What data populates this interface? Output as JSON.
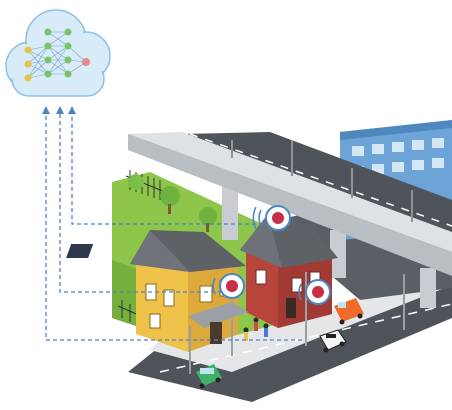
{
  "diagram": {
    "type": "iot-cloud-sensing-illustration",
    "nodes": [
      {
        "id": "cloud",
        "icon": "neural-network-cloud-icon"
      },
      {
        "id": "sensor-1",
        "icon": "signal-sensor-icon",
        "location": "red-house-wall"
      },
      {
        "id": "sensor-2",
        "icon": "signal-sensor-icon",
        "location": "yellow-house-wall"
      },
      {
        "id": "sensor-3",
        "icon": "signal-sensor-icon",
        "location": "street-lamp-pole"
      }
    ],
    "connections": [
      {
        "from": "sensor-1",
        "to": "cloud",
        "style": "dashed"
      },
      {
        "from": "sensor-2",
        "to": "cloud",
        "style": "dashed"
      },
      {
        "from": "sensor-3",
        "to": "cloud",
        "style": "dashed"
      }
    ]
  },
  "colors": {
    "link": "#4a86c5",
    "cloud": "#d8ebf8",
    "cloud_edge": "#8cc0e6",
    "house_yellow": "#efc24a",
    "house_red": "#b8453c",
    "lawn": "#8dc64a",
    "road": "#4f545a",
    "bridge": "#d9dcdf",
    "building": "#6da4d8",
    "sensor": "#c72f48"
  }
}
